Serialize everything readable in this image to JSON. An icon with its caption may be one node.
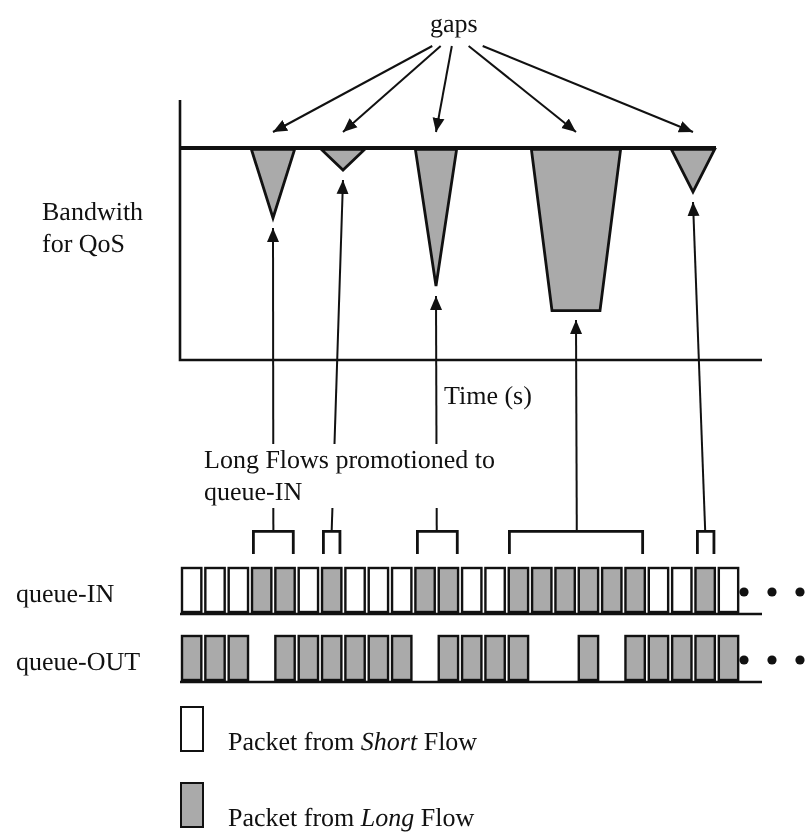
{
  "diagram": {
    "nodes": [
      {
        "text": [
          "gaps"
        ]
      },
      {
        "text": [],
        "shape": "triangle"
      },
      {
        "text": [],
        "shape": "triangle"
      },
      {
        "text": [],
        "shape": "triangle"
      },
      {
        "text": [],
        "shape": "trapezoid"
      },
      {
        "text": [],
        "shape": "triangle"
      },
      {
        "text": [],
        "shape": "bracket"
      },
      {
        "text": [],
        "shape": "bracket"
      },
      {
        "text": [],
        "shape": "bracket"
      },
      {
        "text": [],
        "shape": "bracket"
      },
      {
        "text": [],
        "shape": "bracket"
      }
    ],
    "edges": [
      {
        "from": 0,
        "to": 1,
        "arrow": "to"
      },
      {
        "from": 0,
        "to": 2,
        "arrow": "to"
      },
      {
        "from": 0,
        "to": 3,
        "arrow": "to"
      },
      {
        "from": 0,
        "to": 4,
        "arrow": "to"
      },
      {
        "from": 0,
        "to": 5,
        "arrow": "to"
      },
      {
        "from": 6,
        "to": 1,
        "arrow": "to"
      },
      {
        "from": 7,
        "to": 2,
        "arrow": "to"
      },
      {
        "from": 8,
        "to": 3,
        "arrow": "to"
      },
      {
        "from": 9,
        "to": 4,
        "arrow": "to"
      },
      {
        "from": 10,
        "to": 5,
        "arrow": "to"
      }
    ],
    "labels": [
      "Bandwith for QoS",
      "Time (s)",
      "Long Flows promotioned to queue-IN",
      "queue-IN",
      "queue-OUT"
    ],
    "legend": [
      {
        "text": "Packet from *Short* Flow"
      },
      {
        "text": "Packet from *Long* Flow",
        "color": "#aaaaaa"
      }
    ]
  }
}
